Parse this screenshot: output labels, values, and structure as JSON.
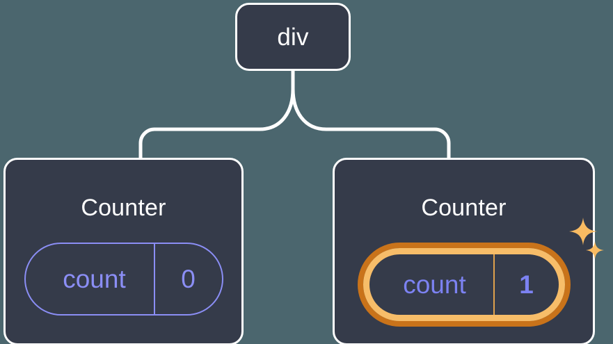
{
  "diagram": {
    "title": "React component tree with state",
    "background_color": "#4b666e",
    "node_fill": "#353b4a",
    "node_border": "#ffffff",
    "connector_color": "#ffffff",
    "state_color": "#8b8ef5",
    "highlight_outer_color": "#c9731a",
    "highlight_inner_color": "#f7bd69",
    "sparkle_color": "#f9bb62"
  },
  "root": {
    "label": "div"
  },
  "children": [
    {
      "label": "Counter",
      "state": {
        "key": "count",
        "value": "0"
      },
      "highlighted": false
    },
    {
      "label": "Counter",
      "state": {
        "key": "count",
        "value": "1"
      },
      "highlighted": true,
      "sparkle_icons": [
        "sparkle-large-icon",
        "sparkle-small-icon"
      ]
    }
  ]
}
